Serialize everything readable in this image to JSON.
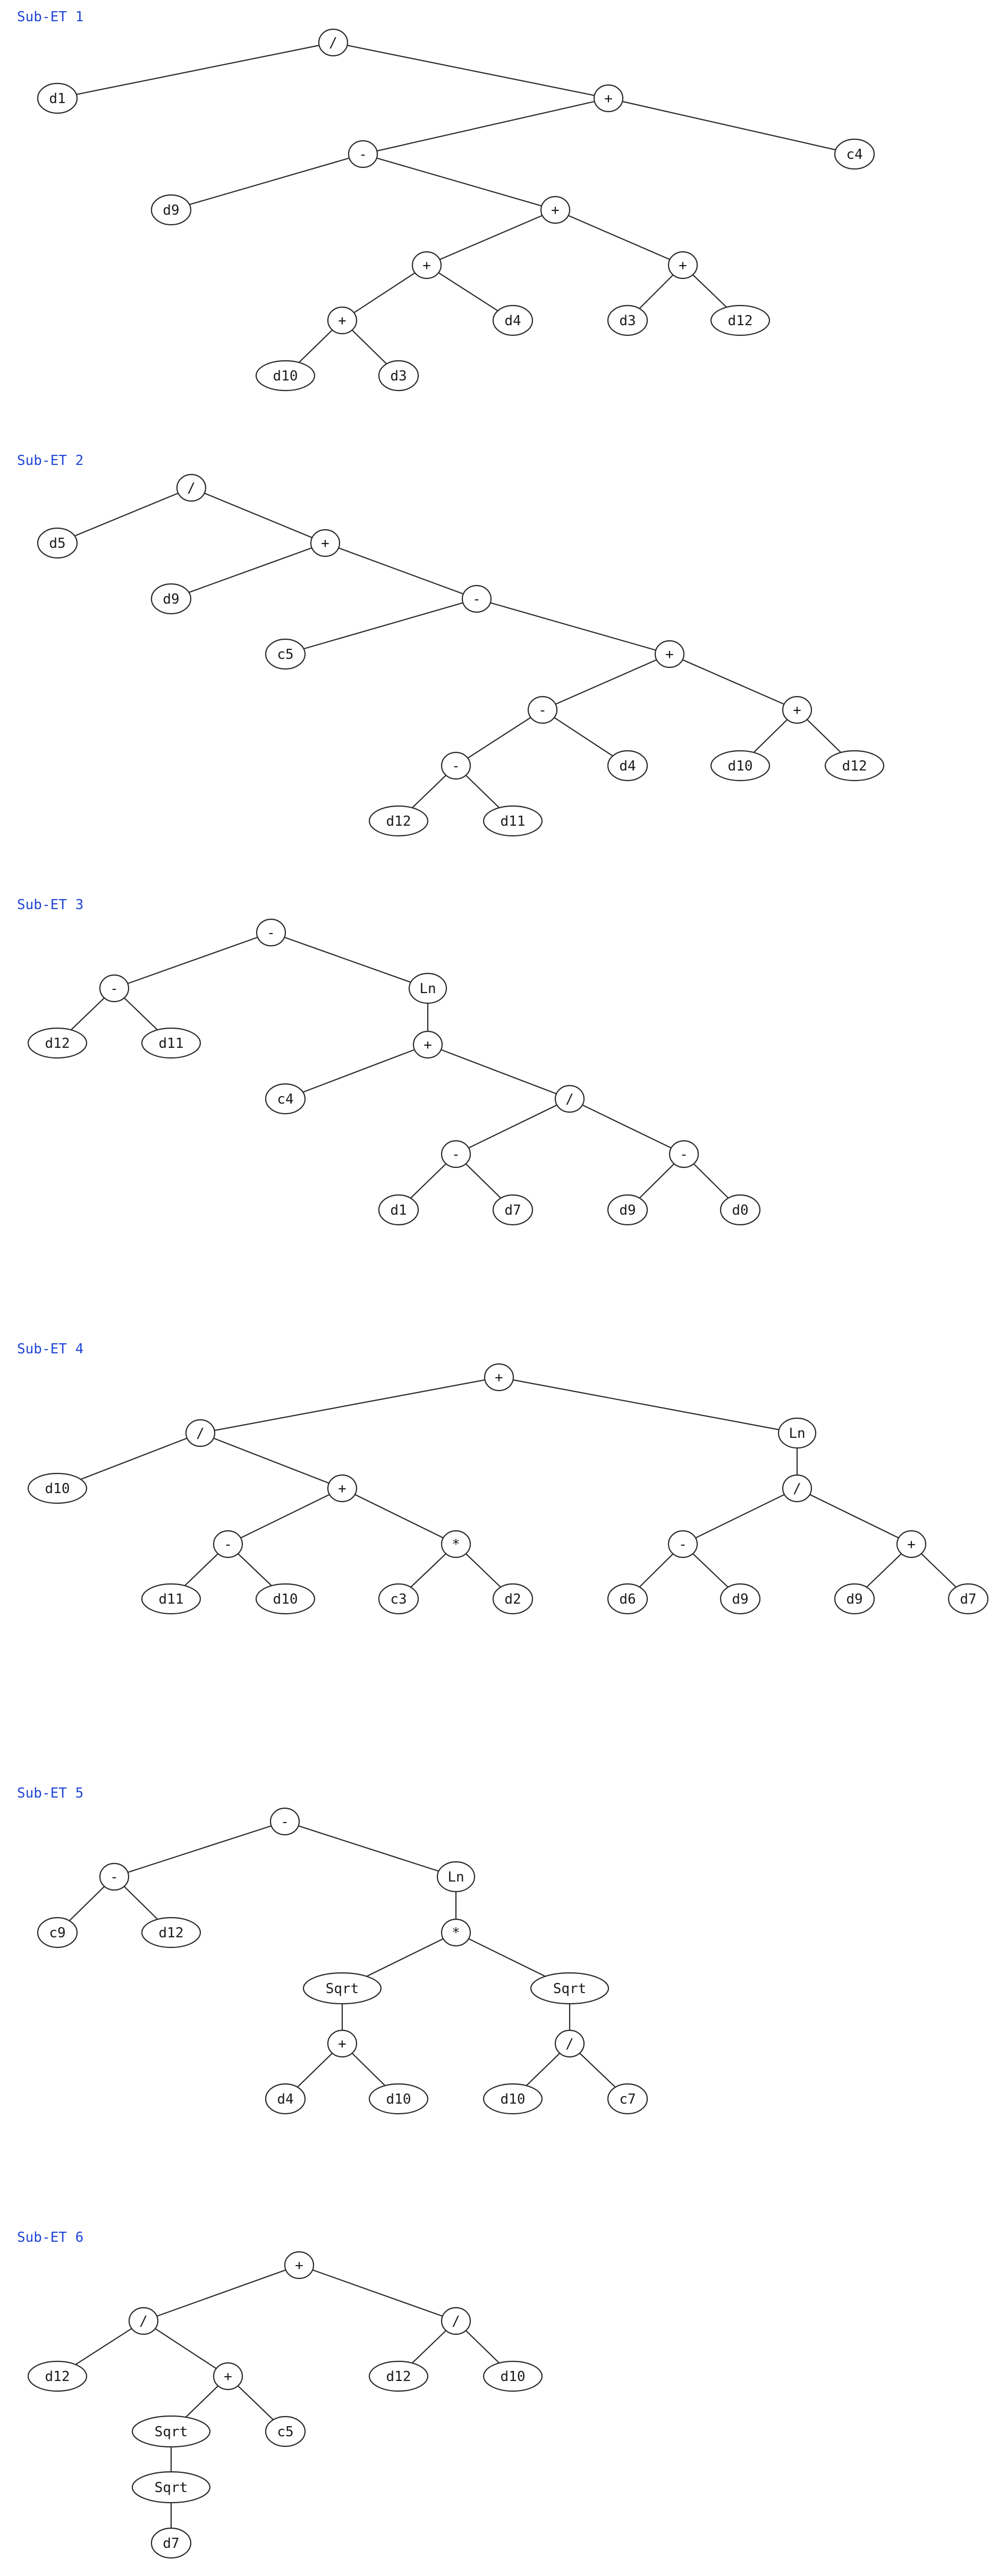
{
  "colors": {
    "title": "#1f45d6",
    "line": "#2a2a2a",
    "text": "#1b1b1b",
    "background": "#ffffff"
  },
  "trees": [
    {
      "title": "Sub-ET 1",
      "nodes": [
        {
          "id": "a",
          "label": "/",
          "kind": "op"
        },
        {
          "id": "b",
          "label": "d1",
          "kind": "leaf",
          "parent": "a"
        },
        {
          "id": "c",
          "label": "+",
          "kind": "op",
          "parent": "a"
        },
        {
          "id": "d",
          "label": "-",
          "kind": "op",
          "parent": "c"
        },
        {
          "id": "e",
          "label": "c4",
          "kind": "leaf",
          "parent": "c"
        },
        {
          "id": "f",
          "label": "d9",
          "kind": "leaf",
          "parent": "d"
        },
        {
          "id": "g",
          "label": "+",
          "kind": "op",
          "parent": "d"
        },
        {
          "id": "h",
          "label": "+",
          "kind": "op",
          "parent": "g"
        },
        {
          "id": "i",
          "label": "+",
          "kind": "op",
          "parent": "g"
        },
        {
          "id": "j",
          "label": "+",
          "kind": "op",
          "parent": "h"
        },
        {
          "id": "k",
          "label": "d4",
          "kind": "leaf",
          "parent": "h"
        },
        {
          "id": "l",
          "label": "d3",
          "kind": "leaf",
          "parent": "i"
        },
        {
          "id": "m",
          "label": "d12",
          "kind": "leaf",
          "parent": "i"
        },
        {
          "id": "n",
          "label": "d10",
          "kind": "leaf",
          "parent": "j"
        },
        {
          "id": "o",
          "label": "d3",
          "kind": "leaf",
          "parent": "j"
        }
      ]
    },
    {
      "title": "Sub-ET 2",
      "nodes": [
        {
          "id": "a",
          "label": "/",
          "kind": "op"
        },
        {
          "id": "b",
          "label": "d5",
          "kind": "leaf",
          "parent": "a"
        },
        {
          "id": "c",
          "label": "+",
          "kind": "op",
          "parent": "a"
        },
        {
          "id": "d",
          "label": "d9",
          "kind": "leaf",
          "parent": "c"
        },
        {
          "id": "e",
          "label": "-",
          "kind": "op",
          "parent": "c"
        },
        {
          "id": "f",
          "label": "c5",
          "kind": "leaf",
          "parent": "e"
        },
        {
          "id": "g",
          "label": "+",
          "kind": "op",
          "parent": "e"
        },
        {
          "id": "h",
          "label": "-",
          "kind": "op",
          "parent": "g"
        },
        {
          "id": "i",
          "label": "+",
          "kind": "op",
          "parent": "g"
        },
        {
          "id": "j",
          "label": "-",
          "kind": "op",
          "parent": "h"
        },
        {
          "id": "k",
          "label": "d4",
          "kind": "leaf",
          "parent": "h"
        },
        {
          "id": "l",
          "label": "d10",
          "kind": "leaf",
          "parent": "i"
        },
        {
          "id": "m",
          "label": "d12",
          "kind": "leaf",
          "parent": "i"
        },
        {
          "id": "n",
          "label": "d12",
          "kind": "leaf",
          "parent": "j"
        },
        {
          "id": "o",
          "label": "d11",
          "kind": "leaf",
          "parent": "j"
        }
      ]
    },
    {
      "title": "Sub-ET 3",
      "nodes": [
        {
          "id": "a",
          "label": "-",
          "kind": "op"
        },
        {
          "id": "b",
          "label": "-",
          "kind": "op",
          "parent": "a"
        },
        {
          "id": "c",
          "label": "Ln",
          "kind": "op",
          "parent": "a"
        },
        {
          "id": "d",
          "label": "d12",
          "kind": "leaf",
          "parent": "b"
        },
        {
          "id": "e",
          "label": "d11",
          "kind": "leaf",
          "parent": "b"
        },
        {
          "id": "f",
          "label": "+",
          "kind": "op",
          "parent": "c"
        },
        {
          "id": "g",
          "label": "c4",
          "kind": "leaf",
          "parent": "f"
        },
        {
          "id": "h",
          "label": "/",
          "kind": "op",
          "parent": "f"
        },
        {
          "id": "i",
          "label": "-",
          "kind": "op",
          "parent": "h"
        },
        {
          "id": "j",
          "label": "-",
          "kind": "op",
          "parent": "h"
        },
        {
          "id": "k",
          "label": "d1",
          "kind": "leaf",
          "parent": "i"
        },
        {
          "id": "l",
          "label": "d7",
          "kind": "leaf",
          "parent": "i"
        },
        {
          "id": "m",
          "label": "d9",
          "kind": "leaf",
          "parent": "j"
        },
        {
          "id": "n",
          "label": "d0",
          "kind": "leaf",
          "parent": "j"
        }
      ]
    },
    {
      "title": "Sub-ET 4",
      "nodes": [
        {
          "id": "a",
          "label": "+",
          "kind": "op"
        },
        {
          "id": "b",
          "label": "/",
          "kind": "op",
          "parent": "a"
        },
        {
          "id": "c",
          "label": "Ln",
          "kind": "op",
          "parent": "a"
        },
        {
          "id": "d",
          "label": "d10",
          "kind": "leaf",
          "parent": "b"
        },
        {
          "id": "e",
          "label": "+",
          "kind": "op",
          "parent": "b"
        },
        {
          "id": "f",
          "label": "/",
          "kind": "op",
          "parent": "c"
        },
        {
          "id": "g",
          "label": "-",
          "kind": "op",
          "parent": "e"
        },
        {
          "id": "h",
          "label": "*",
          "kind": "op",
          "parent": "e"
        },
        {
          "id": "i",
          "label": "-",
          "kind": "op",
          "parent": "f"
        },
        {
          "id": "j",
          "label": "+",
          "kind": "op",
          "parent": "f"
        },
        {
          "id": "k",
          "label": "d11",
          "kind": "leaf",
          "parent": "g"
        },
        {
          "id": "l",
          "label": "d10",
          "kind": "leaf",
          "parent": "g"
        },
        {
          "id": "m",
          "label": "c3",
          "kind": "leaf",
          "parent": "h"
        },
        {
          "id": "n",
          "label": "d2",
          "kind": "leaf",
          "parent": "h"
        },
        {
          "id": "o",
          "label": "d6",
          "kind": "leaf",
          "parent": "i"
        },
        {
          "id": "p",
          "label": "d9",
          "kind": "leaf",
          "parent": "i"
        },
        {
          "id": "q",
          "label": "d9",
          "kind": "leaf",
          "parent": "j"
        },
        {
          "id": "r",
          "label": "d7",
          "kind": "leaf",
          "parent": "j"
        }
      ]
    },
    {
      "title": "Sub-ET 5",
      "nodes": [
        {
          "id": "a",
          "label": "-",
          "kind": "op"
        },
        {
          "id": "b",
          "label": "-",
          "kind": "op",
          "parent": "a"
        },
        {
          "id": "c",
          "label": "Ln",
          "kind": "op",
          "parent": "a"
        },
        {
          "id": "d",
          "label": "c9",
          "kind": "leaf",
          "parent": "b"
        },
        {
          "id": "e",
          "label": "d12",
          "kind": "leaf",
          "parent": "b"
        },
        {
          "id": "f",
          "label": "*",
          "kind": "op",
          "parent": "c"
        },
        {
          "id": "g",
          "label": "Sqrt",
          "kind": "op",
          "parent": "f"
        },
        {
          "id": "h",
          "label": "Sqrt",
          "kind": "op",
          "parent": "f"
        },
        {
          "id": "i",
          "label": "+",
          "kind": "op",
          "parent": "g"
        },
        {
          "id": "j",
          "label": "/",
          "kind": "op",
          "parent": "h"
        },
        {
          "id": "k",
          "label": "d4",
          "kind": "leaf",
          "parent": "i"
        },
        {
          "id": "l",
          "label": "d10",
          "kind": "leaf",
          "parent": "i"
        },
        {
          "id": "m",
          "label": "d10",
          "kind": "leaf",
          "parent": "j"
        },
        {
          "id": "n",
          "label": "c7",
          "kind": "leaf",
          "parent": "j"
        }
      ]
    },
    {
      "title": "Sub-ET 6",
      "nodes": [
        {
          "id": "a",
          "label": "+",
          "kind": "op"
        },
        {
          "id": "b",
          "label": "/",
          "kind": "op",
          "parent": "a"
        },
        {
          "id": "c",
          "label": "/",
          "kind": "op",
          "parent": "a"
        },
        {
          "id": "d",
          "label": "d12",
          "kind": "leaf",
          "parent": "b"
        },
        {
          "id": "e",
          "label": "+",
          "kind": "op",
          "parent": "b"
        },
        {
          "id": "f",
          "label": "d12",
          "kind": "leaf",
          "parent": "c"
        },
        {
          "id": "g",
          "label": "d10",
          "kind": "leaf",
          "parent": "c"
        },
        {
          "id": "h",
          "label": "Sqrt",
          "kind": "op",
          "parent": "e"
        },
        {
          "id": "i",
          "label": "c5",
          "kind": "leaf",
          "parent": "e"
        },
        {
          "id": "j",
          "label": "Sqrt",
          "kind": "op",
          "parent": "h"
        },
        {
          "id": "k",
          "label": "d7",
          "kind": "leaf",
          "parent": "j"
        }
      ]
    }
  ]
}
